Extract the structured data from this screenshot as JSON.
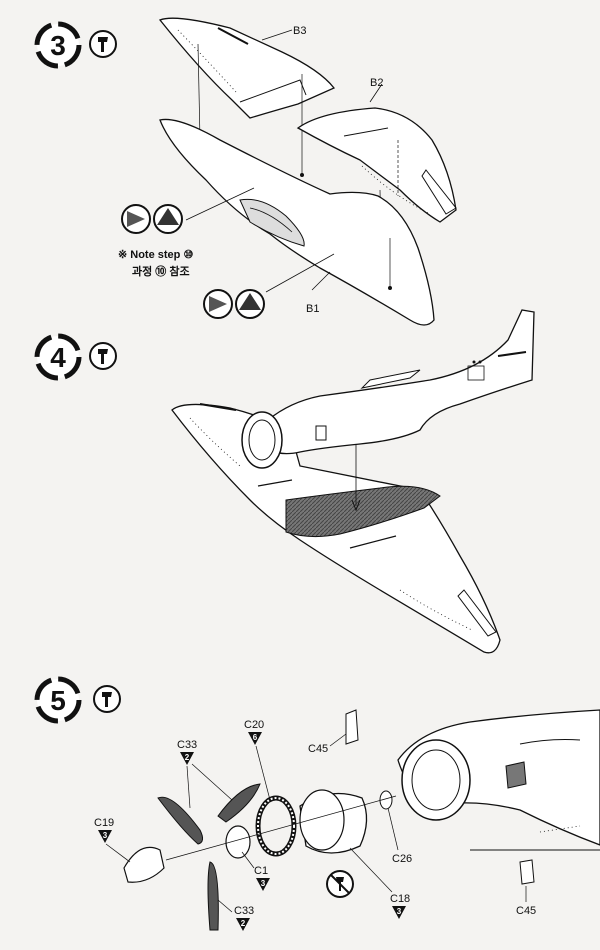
{
  "steps": [
    {
      "number": "3",
      "tool": "glue-icon"
    },
    {
      "number": "4",
      "tool": "glue-icon"
    },
    {
      "number": "5",
      "tool": "glue-icon"
    }
  ],
  "step3": {
    "parts": {
      "b3": "B3",
      "b2": "B2",
      "b1": "B1"
    },
    "note_line1": "※ Note step ⑩",
    "note_line2": "과정 ⑩ 참조"
  },
  "step5": {
    "parts": [
      {
        "code": "C20",
        "qty": "6"
      },
      {
        "code": "C33",
        "qty": "2"
      },
      {
        "code": "C45",
        "qty": ""
      },
      {
        "code": "C19",
        "qty": "3"
      },
      {
        "code": "C1",
        "qty": "3"
      },
      {
        "code": "C26",
        "qty": ""
      },
      {
        "code": "C18",
        "qty": "3"
      },
      {
        "code": "C33",
        "qty": "2"
      },
      {
        "code": "C45",
        "qty": ""
      }
    ]
  },
  "colors": {
    "line": "#1a1a1a",
    "paper": "#f4f3f1",
    "shade": "#666666"
  }
}
